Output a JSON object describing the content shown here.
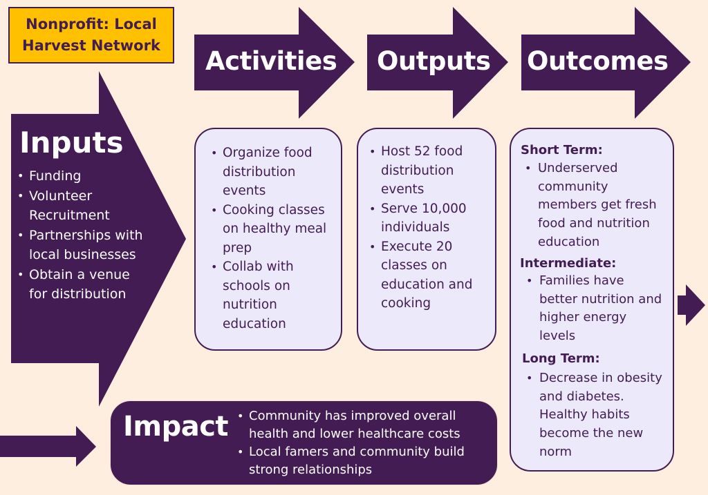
{
  "organization": {
    "title_line1": "Nonprofit: Local",
    "title_line2": "Harvest Network"
  },
  "colors": {
    "background": "#fdeee0",
    "primary_purple": "#421c52",
    "title_box_yellow": "#ffc000",
    "card_fill": "#ebe9fa",
    "text_on_dark": "#ffffff"
  },
  "inputs": {
    "label": "Inputs",
    "items": [
      "Funding",
      "Volunteer Recruitment",
      "Partnerships with local businesses",
      "Obtain a venue for distribution"
    ]
  },
  "activities": {
    "label": "Activities",
    "items": [
      "Organize food distribution events",
      "Cooking classes on healthy meal prep",
      "Collab with schools on nutrition education"
    ]
  },
  "outputs": {
    "label": "Outputs",
    "items": [
      "Host 52 food distribution events",
      "Serve 10,000 individuals",
      "Execute 20 classes on education and cooking"
    ]
  },
  "outcomes": {
    "label": "Outcomes",
    "short_term": {
      "heading": "Short Term:",
      "items": [
        "Underserved community members get fresh food and nutrition education"
      ]
    },
    "intermediate": {
      "heading": "Intermediate:",
      "items": [
        "Families have better nutrition and higher energy levels"
      ]
    },
    "long_term": {
      "heading": "Long Term:",
      "items": [
        "Decrease in obesity and diabetes. Healthy habits become the new norm"
      ]
    }
  },
  "impact": {
    "label": "Impact",
    "items": [
      "Community has improved overall health and lower healthcare costs",
      "Local famers and community build strong relationships"
    ]
  },
  "icons": {
    "stage_arrow": "right-arrow",
    "connector_arrow": "right-arrow"
  }
}
